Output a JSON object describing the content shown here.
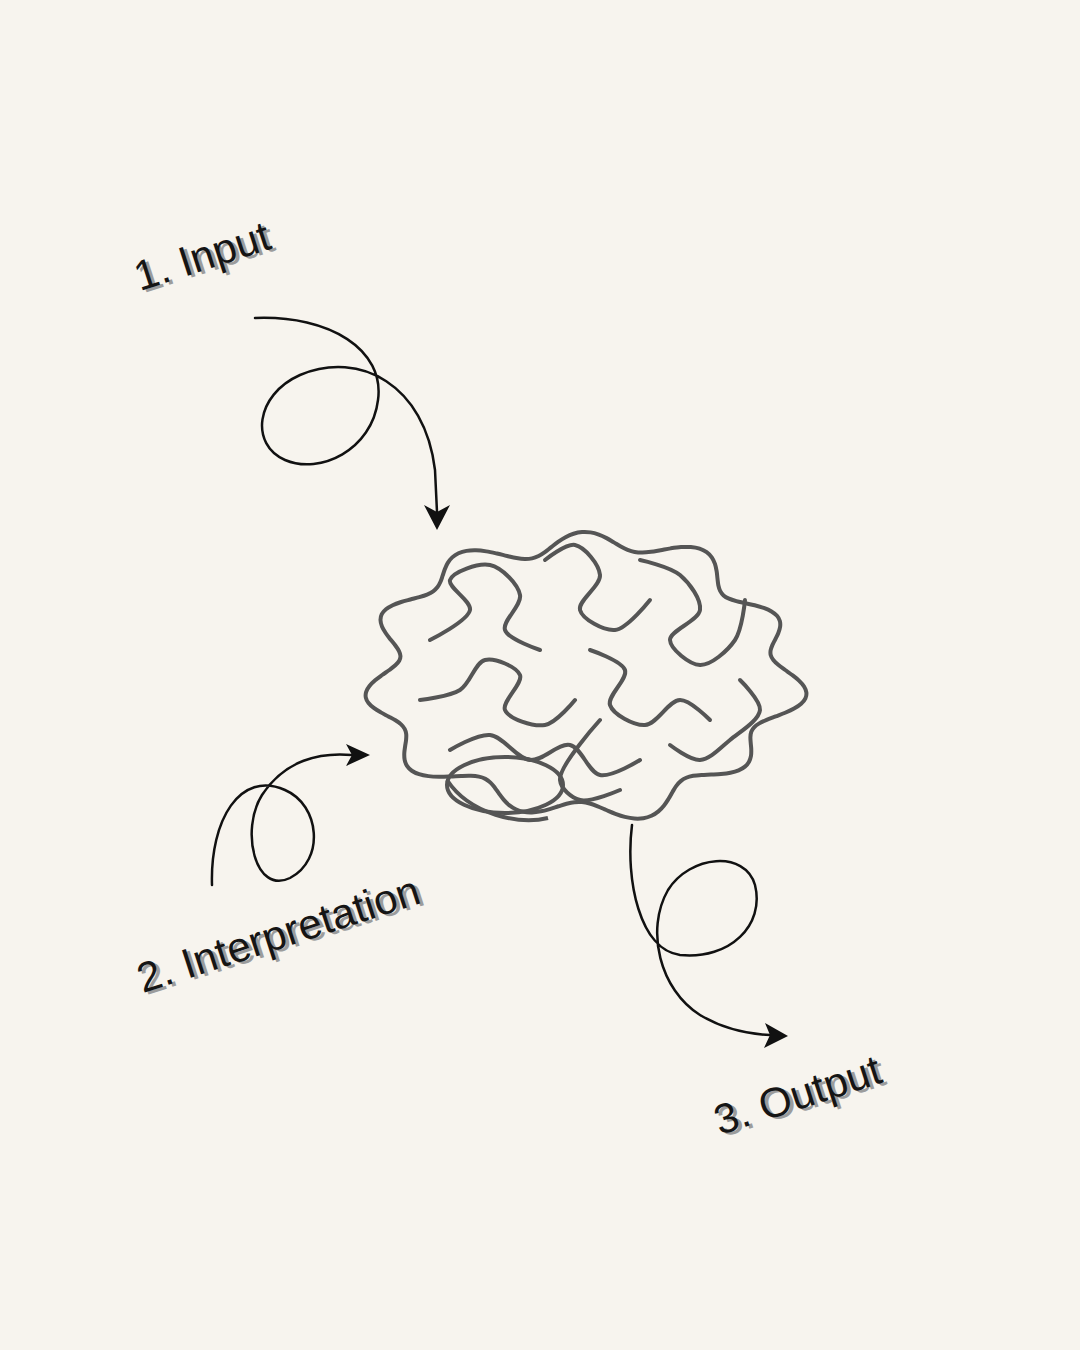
{
  "diagram": {
    "labels": [
      "1. Input",
      "2. Interpretation",
      "3. Output"
    ]
  }
}
